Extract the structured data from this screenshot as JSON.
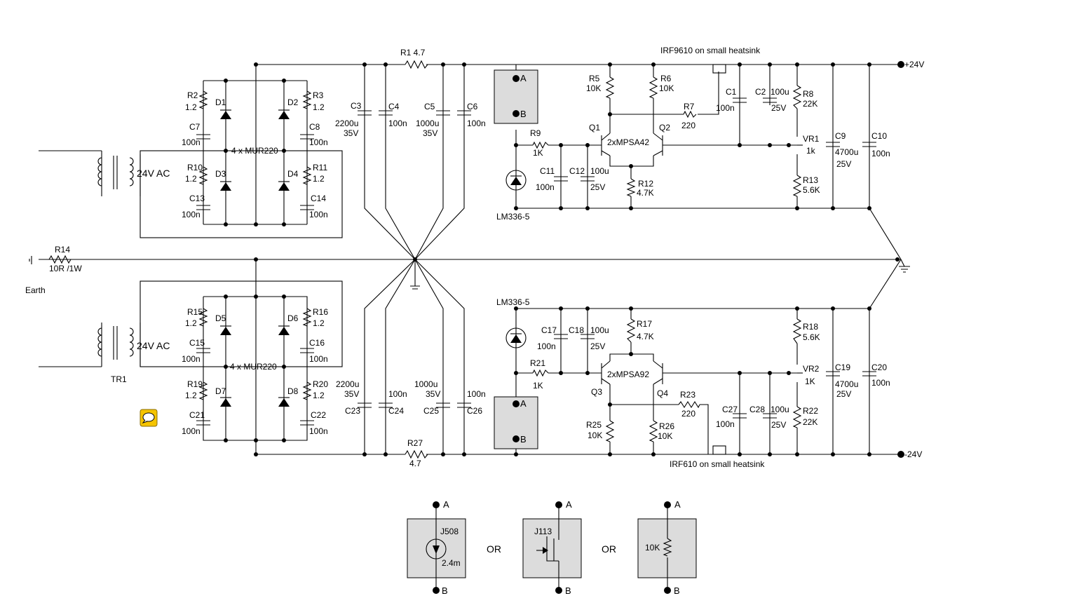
{
  "rails": {
    "pos": "+24V",
    "neg": "-24V"
  },
  "mains": {
    "earth": "Earth",
    "r14": "R14",
    "r14v": "10R /1W",
    "tr1": "TR1",
    "ac1": "24V AC",
    "ac2": "24V AC"
  },
  "bridge": {
    "note1": "4 x MUR220",
    "note2": "4 x MUR220",
    "diodes": [
      "D1",
      "D2",
      "D3",
      "D4",
      "D5",
      "D6",
      "D7",
      "D8"
    ],
    "R2": "R2",
    "R2v": "1.2",
    "R3": "R3",
    "R3v": "1.2",
    "R10": "R10",
    "R10v": "1.2",
    "R11": "R11",
    "R11v": "1.2",
    "R15": "R15",
    "R15v": "1.2",
    "R16": "R16",
    "R16v": "1.2",
    "R19": "R19",
    "R19v": "1.2",
    "R20": "R20",
    "R20v": "1.2",
    "C7": "C7",
    "C8": "C8",
    "C13": "C13",
    "C14": "C14",
    "C15": "C15",
    "C16": "C16",
    "C21": "C21",
    "C22": "C22",
    "cv": "100n"
  },
  "filter": {
    "R1": "R1 4.7",
    "R27": "R27",
    "R27v": "4.7",
    "C3": "C3",
    "C3v1": "2200u",
    "C3v2": "35V",
    "C4": "C4",
    "C4v": "100n",
    "C5": "C5",
    "C5v1": "1000u",
    "C5v2": "35V",
    "C6": "C6",
    "C6v": "100n",
    "C23": "C23",
    "C23v1": "2200u",
    "C23v2": "35V",
    "C24": "C24",
    "C24v": "100n",
    "C25": "C25",
    "C25v1": "1000u",
    "C25v2": "35V",
    "C26": "C26",
    "C26v": "100n"
  },
  "pos_reg": {
    "title": "IRF9610 on small heatsink",
    "R5": "R5",
    "R5v": "10K",
    "R6": "R6",
    "R6v": "10K",
    "R7": "R7",
    "R7v": "220",
    "R8": "R8",
    "R8v": "22K",
    "R9": "R9",
    "R9v": "1K",
    "R12": "R12",
    "R12v": "4.7K",
    "R13": "R13",
    "R13v": "5.6K",
    "VR1": "VR1",
    "VR1v": "1k",
    "Q1": "Q1",
    "Q2": "Q2",
    "pair": "2xMPSA42",
    "ref": "LM336-5",
    "C1": "C1",
    "C1v": "100n",
    "C2": "C2",
    "C2v1": "100u",
    "C2v2": "25V",
    "C9": "C9",
    "C9v1": "4700u",
    "C9v2": "25V",
    "C10": "C10",
    "C10v": "100n",
    "C11": "C11",
    "C11v": "100n",
    "C12": "C12",
    "C12v1": "100u",
    "C12v2": "25V",
    "A": "A",
    "B": "B"
  },
  "neg_reg": {
    "title": "IRF610 on small heatsink",
    "R17": "R17",
    "R17v": "4.7K",
    "R18": "R18",
    "R18v": "5.6K",
    "R21": "R21",
    "R21v": "1K",
    "R22": "R22",
    "R22v": "22K",
    "R23": "R23",
    "R23v": "220",
    "R25": "R25",
    "R25v": "10K",
    "R26": "R26",
    "R26v": "10K",
    "VR2": "VR2",
    "VR2v": "1K",
    "Q3": "Q3",
    "Q4": "Q4",
    "pair": "2xMPSA92",
    "ref": "LM336-5",
    "C17": "C17",
    "C17v": "100n",
    "C18": "C18",
    "C18v1": "100u",
    "C18v2": "25V",
    "C19": "C19",
    "C19v1": "4700u",
    "C19v2": "25V",
    "C20": "C20",
    "C20v": "100n",
    "C27": "C27",
    "C27v": "100n",
    "C28": "C28",
    "C28v1": "100u",
    "C28v2": "25V",
    "A": "A",
    "B": "B"
  },
  "options": {
    "or1": "OR",
    "or2": "OR",
    "o1": {
      "part": "J508",
      "val": "2.4m",
      "A": "A",
      "B": "B"
    },
    "o2": {
      "part": "J113",
      "A": "A",
      "B": "B"
    },
    "o3": {
      "val": "10K",
      "A": "A",
      "B": "B"
    }
  },
  "icon": "comment-icon"
}
